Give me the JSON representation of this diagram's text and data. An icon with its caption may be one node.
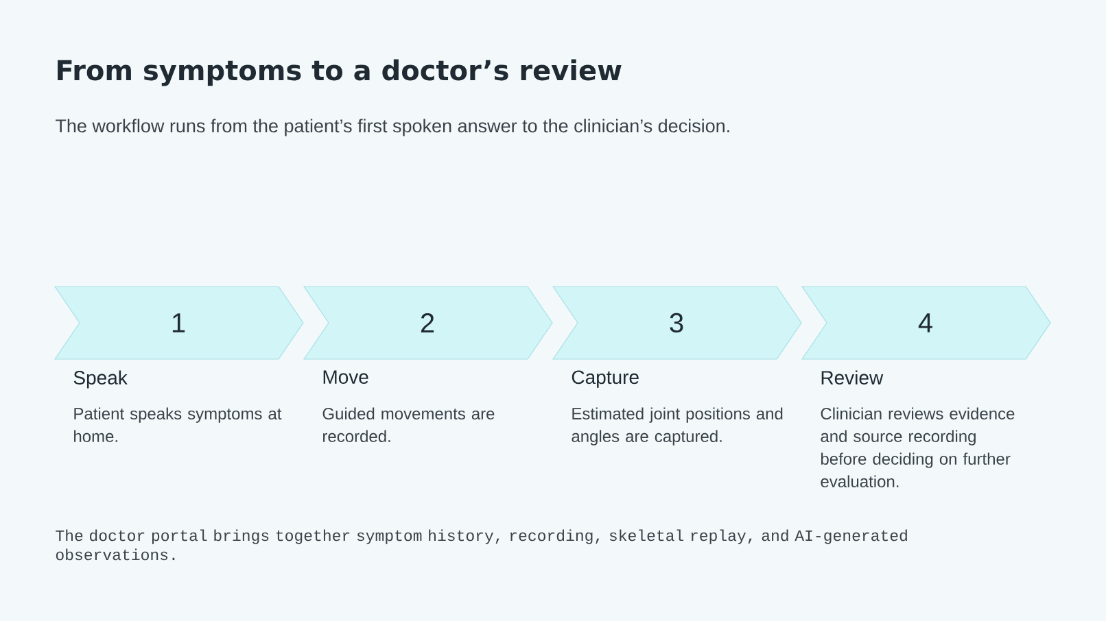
{
  "diagram": {
    "title": "From symptoms to a doctor’s review",
    "caption": "The workflow runs from the patient’s first spoken answer to the clinician’s decision.",
    "nodes": [
      {
        "text": [
          "1"
        ],
        "beside": [
          "Speak",
          "Patient speaks symptoms at home."
        ]
      },
      {
        "text": [
          "2"
        ],
        "beside": [
          "Move",
          "Guided movements are recorded."
        ]
      },
      {
        "text": [
          "3"
        ],
        "beside": [
          "Capture",
          "Estimated joint positions and angles are captured."
        ]
      },
      {
        "text": [
          "4"
        ],
        "beside": [
          "Review",
          "Clinician reviews evidence and source recording before deciding on further evaluation."
        ]
      }
    ],
    "labels": [
      "The doctor portal brings together symptom history, recording, skeletal replay, and AI-generated observations."
    ]
  }
}
